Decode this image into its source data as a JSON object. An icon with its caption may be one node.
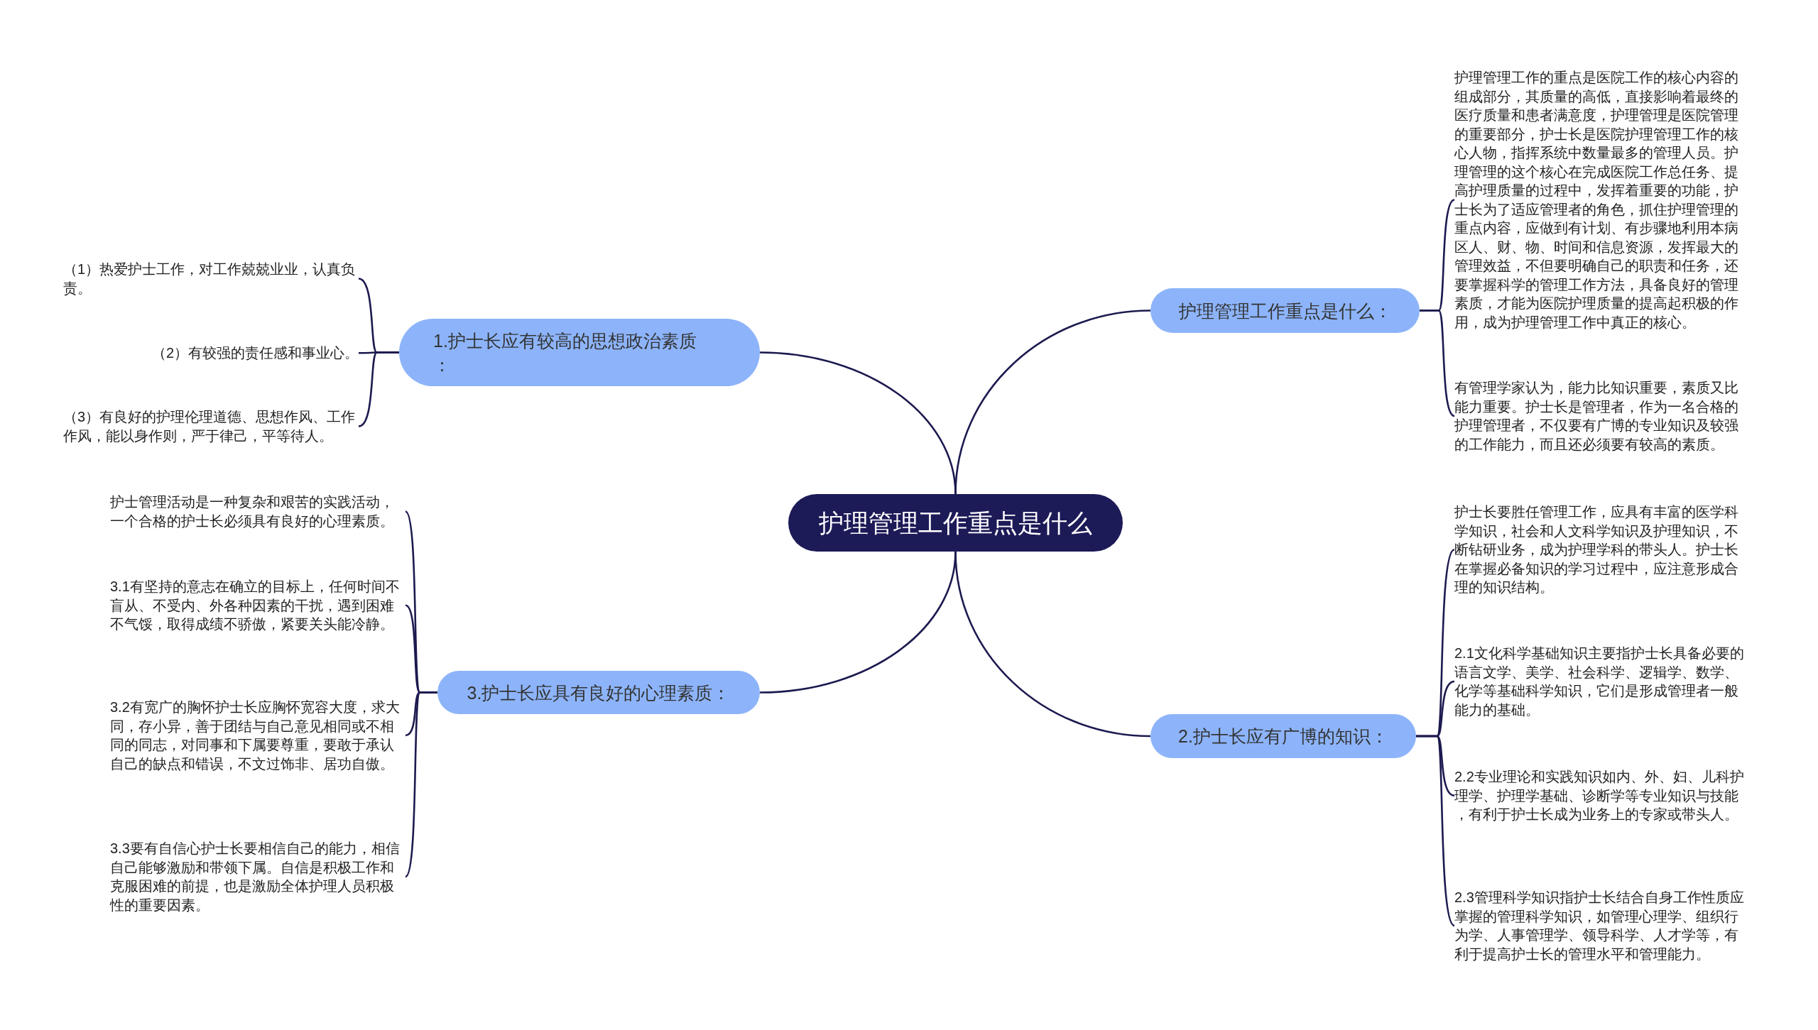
{
  "diagram": {
    "nodes": [
      {
        "text": [
          "护理管理工作重点是什么"
        ]
      },
      {
        "text": [
          "1.护士长应有较高的思想政治素质："
        ]
      },
      {
        "text": [
          "（1）热爱护士工作，对工作兢兢业业，认真负责。"
        ]
      },
      {
        "text": [
          "（2）有较强的责任感和事业心。"
        ]
      },
      {
        "text": [
          "（3）有良好的护理伦理道德、思想作风、工作作风，能以身作则，严于律己，平等待人。"
        ]
      },
      {
        "text": [
          "3.护士长应具有良好的心理素质："
        ]
      },
      {
        "text": [
          "护士管理活动是一种复杂和艰苦的实践活动，一个合格的护士长必须具有良好的心理素质。"
        ]
      },
      {
        "text": [
          "3.1有坚持的意志在确立的目标上，任何时间不盲从、不受内、外各种因素的干扰，遇到困难不气馁，取得成绩不骄傲，紧要关头能冷静。"
        ]
      },
      {
        "text": [
          "3.2有宽广的胸怀护士长应胸怀宽容大度，求大同，存小异，善于团结与自己意见相同或不相同的同志，对同事和下属要尊重，要敢于承认自己的缺点和错误，不文过饰非、居功自傲。"
        ]
      },
      {
        "text": [
          "3.3要有自信心护士长要相信自己的能力，相信自己能够激励和带领下属。自信是积极工作和克服困难的前提，也是激励全体护理人员积极性的重要因素。"
        ]
      },
      {
        "text": [
          "护理管理工作重点是什么："
        ]
      },
      {
        "text": [
          "护理管理工作的重点是医院工作的核心内容的组成部分，其质量的高低，直接影响着最终的医疗质量和患者满意度，护理管理是医院管理的重要部分，护士长是医院护理管理工作的核心人物，指挥系统中数量最多的管理人员。护理管理的这个核心在完成医院工作总任务、提高护理质量的过程中，发挥着重要的功能，护士长为了适应管理者的角色，抓住护理管理的重点内容，应做到有计划、有步骤地利用本病区人、财、物、时间和信息资源，发挥最大的管理效益，不但要明确自己的职责和任务，还要掌握科学的管理工作方法，具备良好的管理素质，才能为医院护理质量的提高起积极的作用，成为护理管理工作中真正的核心。"
        ]
      },
      {
        "text": [
          "有管理学家认为，能力比知识重要，素质又比能力重要。护士长是管理者，作为一名合格的护理管理者，不仅要有广博的专业知识及较强的工作能力，而且还必须要有较高的素质。"
        ]
      },
      {
        "text": [
          "2.护士长应有广博的知识："
        ]
      },
      {
        "text": [
          "护士长要胜任管理工作，应具有丰富的医学科学知识，社会和人文科学知识及护理知识，不断钻研业务，成为护理学科的带头人。护士长在掌握必备知识的学习过程中，应注意形成合理的知识结构。"
        ]
      },
      {
        "text": [
          "2.1文化科学基础知识主要指护士长具备必要的语言文学、美学、社会科学、逻辑学、数学、化学等基础科学知识，它们是形成管理者一般能力的基础。"
        ]
      },
      {
        "text": [
          "2.2专业理论和实践知识如内、外、妇、儿科护理学、护理学基础、诊断学等专业知识与技能，有利于护士长成为业务上的专家或带头人。"
        ]
      },
      {
        "text": [
          "2.3管理科学知识指护士长结合自身工作性质应掌握的管理科学知识，如管理心理学、组织行为学、人事管理学、领导科学、人才学等，有利于提高护士长的管理水平和管理能力。"
        ]
      }
    ],
    "edges": [
      {
        "from": 0,
        "to": 1,
        "arrow": "none"
      },
      {
        "from": 1,
        "to": 2,
        "arrow": "none"
      },
      {
        "from": 1,
        "to": 3,
        "arrow": "none"
      },
      {
        "from": 1,
        "to": 4,
        "arrow": "none"
      },
      {
        "from": 0,
        "to": 5,
        "arrow": "none"
      },
      {
        "from": 5,
        "to": 6,
        "arrow": "none"
      },
      {
        "from": 5,
        "to": 7,
        "arrow": "none"
      },
      {
        "from": 5,
        "to": 8,
        "arrow": "none"
      },
      {
        "from": 5,
        "to": 9,
        "arrow": "none"
      },
      {
        "from": 0,
        "to": 10,
        "arrow": "none"
      },
      {
        "from": 10,
        "to": 11,
        "arrow": "none"
      },
      {
        "from": 10,
        "to": 12,
        "arrow": "none"
      },
      {
        "from": 0,
        "to": 13,
        "arrow": "none"
      },
      {
        "from": 13,
        "to": 14,
        "arrow": "none"
      },
      {
        "from": 13,
        "to": 15,
        "arrow": "none"
      },
      {
        "from": 13,
        "to": 16,
        "arrow": "none"
      },
      {
        "from": 13,
        "to": 17,
        "arrow": "none"
      }
    ]
  }
}
